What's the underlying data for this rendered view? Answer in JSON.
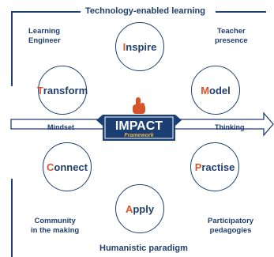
{
  "frame": {
    "top_title": "Technology-enabled learning",
    "bottom_title": "Humanistic paradigm"
  },
  "corners": {
    "top_left": "Learning\nEngineer",
    "top_right": "Teacher\npresence",
    "bottom_left": "Community\nin the making",
    "bottom_right": "Participatory\npedagogies"
  },
  "circles": {
    "inspire": {
      "first": "I",
      "rest": "nspire"
    },
    "transform": {
      "first": "T",
      "rest": "ransform"
    },
    "model": {
      "first": "M",
      "rest": "odel"
    },
    "connect": {
      "first": "C",
      "rest": "onnect"
    },
    "practise": {
      "first": "P",
      "rest": "ractise"
    },
    "apply": {
      "first": "A",
      "rest": "pply"
    }
  },
  "arrow": {
    "left_label": "Mindset",
    "right_label": "Thinking"
  },
  "badge": {
    "title": "IMPACT",
    "subtitle": "Framework",
    "icon": "hand-pointer-icon"
  },
  "colors": {
    "navy": "#1f3f6e",
    "accent_orange": "#d9532a",
    "badge_bg": "#1a3e72"
  }
}
